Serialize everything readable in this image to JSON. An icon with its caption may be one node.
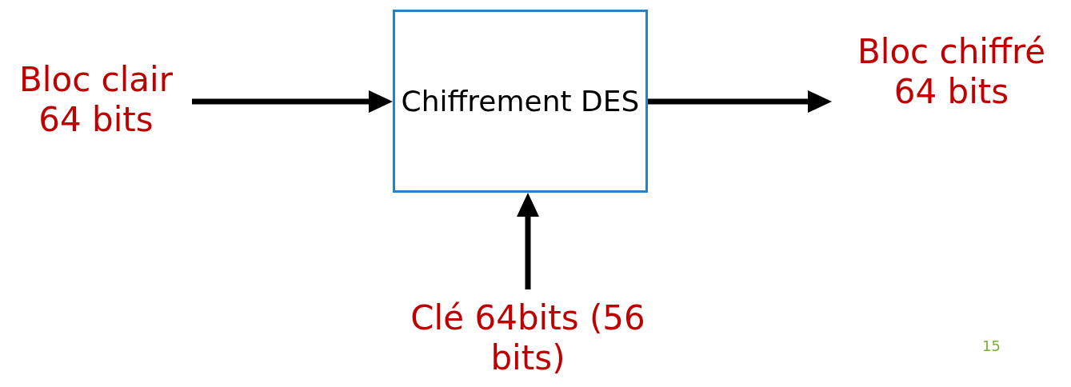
{
  "diagram": {
    "nodes": [
      {
        "text": [
          "Bloc clair 64 bits"
        ]
      },
      {
        "text": [
          "Chiffrement DES"
        ]
      },
      {
        "text": [
          "Bloc chiffré 64 bits"
        ]
      },
      {
        "text": [
          "Clé 64bits (56 bits)"
        ]
      }
    ],
    "edges": [
      {
        "from": 0,
        "to": 1,
        "arrow": "to"
      },
      {
        "from": 1,
        "to": 2,
        "arrow": "to"
      },
      {
        "from": 3,
        "to": 1,
        "arrow": "to"
      }
    ],
    "labels": [
      "15"
    ]
  }
}
